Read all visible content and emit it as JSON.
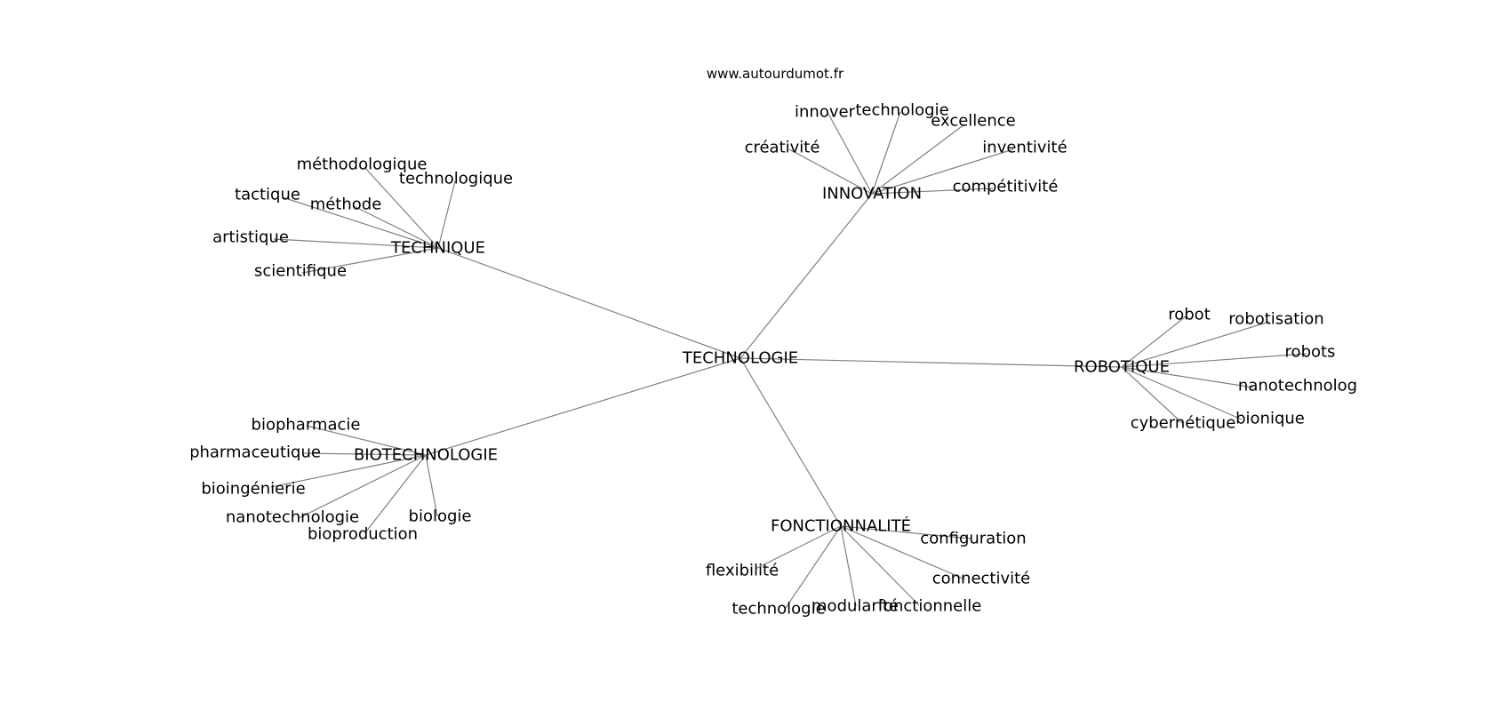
{
  "watermark": "www.autourdumot.fr",
  "graph": {
    "center": "TECHNOLOGIE",
    "clusters": [
      {
        "hub": "INNOVATION",
        "words": [
          "innover",
          "technologie",
          "excellence",
          "créativité",
          "inventivité",
          "compétitivité"
        ]
      },
      {
        "hub": "TECHNIQUE",
        "words": [
          "méthodologique",
          "technologique",
          "tactique",
          "méthode",
          "artistique",
          "scientifique"
        ]
      },
      {
        "hub": "ROBOTIQUE",
        "words": [
          "robot",
          "robotisation",
          "robots",
          "nanotechnolog",
          "bionique",
          "cybernétique"
        ]
      },
      {
        "hub": "BIOTECHNOLOGIE",
        "words": [
          "biopharmacie",
          "pharmaceutique",
          "bioingénierie",
          "nanotechnologie",
          "bioproduction",
          "biologie"
        ]
      },
      {
        "hub": "FONCTIONNALITÉ",
        "words": [
          "configuration",
          "flexibilité",
          "connectivité",
          "technologie",
          "modularité",
          "fonctionnelle"
        ]
      }
    ]
  }
}
